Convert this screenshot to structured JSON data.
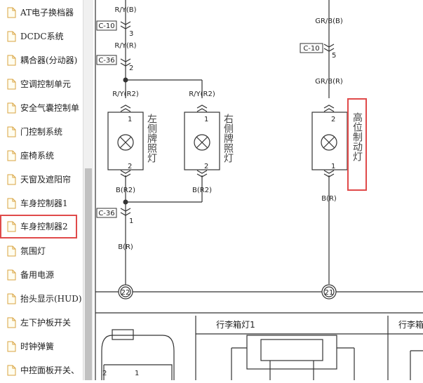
{
  "sidebar": {
    "items": [
      {
        "label": "AT电子换档器"
      },
      {
        "label": "DCDC系统"
      },
      {
        "label": "耦合器(分动器)"
      },
      {
        "label": "空调控制单元"
      },
      {
        "label": "安全气囊控制单"
      },
      {
        "label": "门控制系统"
      },
      {
        "label": "座椅系统"
      },
      {
        "label": "天窗及遮阳帘"
      },
      {
        "label": "车身控制器1"
      },
      {
        "label": "车身控制器2"
      },
      {
        "label": "氛围灯"
      },
      {
        "label": "备用电源"
      },
      {
        "label": "抬头显示(HUD)"
      },
      {
        "label": "左下护板开关"
      },
      {
        "label": "时钟弹簧"
      },
      {
        "label": "中控面板开关、"
      }
    ],
    "selected_index": 9
  },
  "diagram": {
    "wires": {
      "ry_b": "R/Y(B)",
      "ry_r": "R/Y(R)",
      "ry_r2_left": "R/Y(R2)",
      "ry_r2_right": "R/Y(R2)",
      "b_r2_left": "B(R2)",
      "b_r2_right": "B(R2)",
      "b_r": "B(R)",
      "gr_b_b": "GR/B(B)",
      "gr_b_r": "GR/B(R)",
      "b_r_right": "B(R)"
    },
    "connectors": {
      "c10_left": "C-10",
      "c36_top": "C-36",
      "c36_bottom": "C-36",
      "c10_right": "C-10"
    },
    "pins": {
      "p3": "3",
      "p2": "2",
      "p1": "1",
      "p5": "5"
    },
    "lamps": {
      "left_plate": "左侧牌照灯",
      "right_plate": "右侧牌照灯",
      "high_brake": "高位制动灯"
    },
    "grounds": {
      "g22": "22",
      "g21": "21"
    },
    "panels": {
      "trunk_light_1": "行李箱灯1",
      "trunk_light_2": "行李箱灯"
    },
    "connector_pins": {
      "a": "2",
      "b": "1"
    },
    "highlight_color": "#e04a4a"
  }
}
